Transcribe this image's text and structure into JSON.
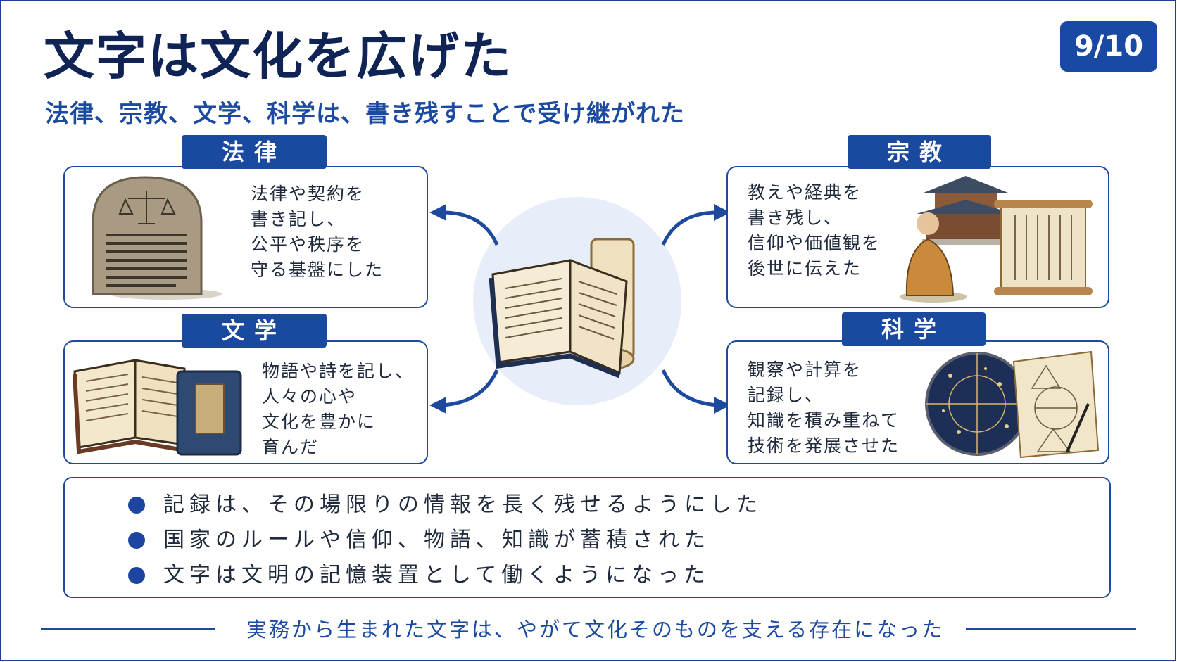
{
  "slide": {
    "title": "文字は文化を広げた",
    "subtitle": "法律、宗教、文学、科学は、書き残すことで受け継がれた",
    "page_badge": "9/10"
  },
  "cards": {
    "law": {
      "tab": "法律",
      "lines": [
        "法律や契約を",
        "書き記し、",
        "公平や秩序を",
        "守る基盤にした"
      ]
    },
    "religion": {
      "tab": "宗教",
      "lines": [
        "教えや経典を",
        "書き残し、",
        "信仰や価値観を",
        "後世に伝えた"
      ]
    },
    "literature": {
      "tab": "文学",
      "lines": [
        "物語や詩を記し、",
        "人々の心や",
        "文化を豊かに",
        "育んだ"
      ]
    },
    "science": {
      "tab": "科学",
      "lines": [
        "観察や計算を",
        "記録し、",
        "知識を積み重ねて",
        "技術を発展させた"
      ]
    }
  },
  "summary": {
    "bullets": [
      "記録は、その場限りの情報を長く残せるようにした",
      "国家のルールや信仰、物語、知識が蓄積された",
      "文字は文明の記憶装置として働くようになった"
    ]
  },
  "footer": {
    "text": "実務から生まれた文字は、やがて文化そのものを支える存在になった"
  },
  "colors": {
    "navy": "#0f2355",
    "accent": "#1a4aa0",
    "circle_bg": "#e8eef9"
  }
}
